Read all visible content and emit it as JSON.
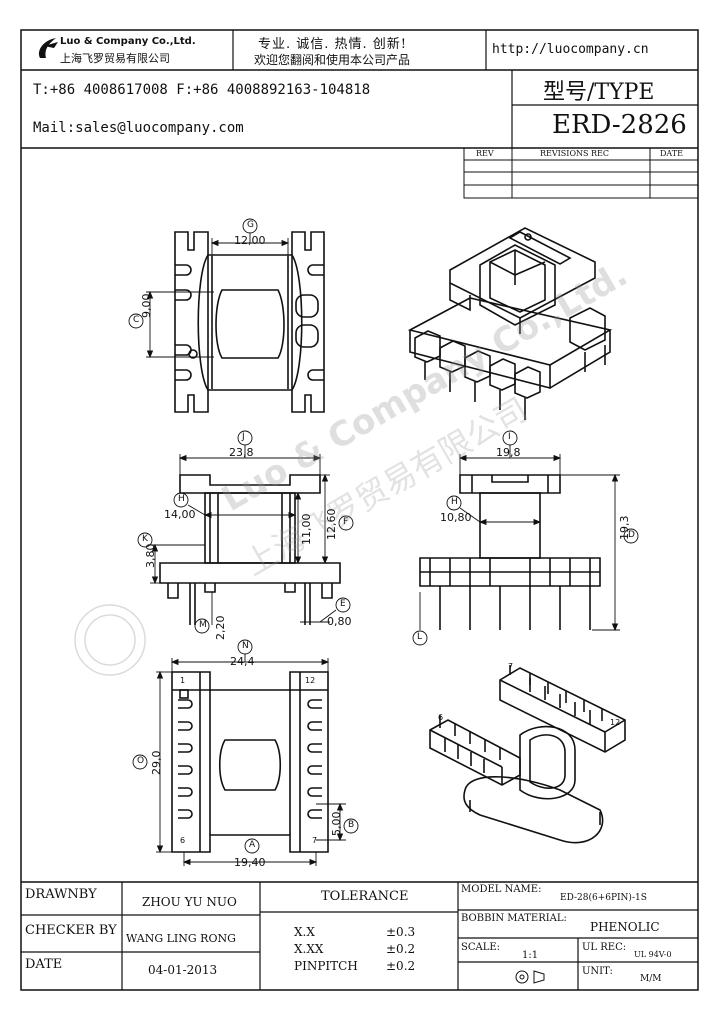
{
  "header": {
    "company_en": "Luo & Company Co.,Ltd.",
    "company_cn": "上海飞罗贸易有限公司",
    "slogan_line1": "专业. 诚信. 热情. 创新!",
    "slogan_line2": "欢迎您翻阅和使用本公司产品",
    "website": "http://luocompany.cn",
    "phone_fax": "T:+86 4008617008 F:+86 4008892163-104818",
    "mail": "Mail:sales@luocompany.com",
    "type_label": "型号/TYPE",
    "part_number": "ERD-2826"
  },
  "revisions": {
    "headers": [
      "REV",
      "REVISIONS REC",
      "DATE"
    ]
  },
  "watermark": {
    "en": "Luo & Company Co.,Ltd.",
    "cn": "上海飞罗贸易有限公司"
  },
  "dimensions": {
    "top_width": "12,00",
    "top_height": "9,00",
    "front_width": "23,8",
    "front_inner": "14,00",
    "front_h1": "11,00",
    "front_h2": "12,60",
    "front_k": "3,80",
    "front_pin": "0,80",
    "front_m": "2,20",
    "side_width": "19,8",
    "side_inner": "10,80",
    "side_height": "19,3",
    "bottom_width": "24,4",
    "bottom_height": "29,0",
    "bottom_pitch": "5,00",
    "bottom_base": "19,40",
    "labels": {
      "G": "G",
      "C": "C",
      "J": "J",
      "H": "H",
      "K": "K",
      "F": "F",
      "E": "E",
      "M": "M",
      "I": "I",
      "D": "D",
      "L": "L",
      "N": "N",
      "O": "O",
      "B": "B",
      "A": "A"
    },
    "pins": {
      "p1": "1",
      "p6": "6",
      "p7": "7",
      "p12": "12",
      "iso6": "6",
      "iso7": "7",
      "iso12": "12"
    }
  },
  "title_block": {
    "drawn_by_label": "DRAWNBY",
    "drawn_by": "ZHOU YU NUO",
    "checker_label": "CHECKER BY",
    "checker": "WANG LING RONG",
    "date_label": "DATE",
    "date": "04-01-2013",
    "tolerance_label": "TOLERANCE",
    "tol_rows": [
      {
        "k": "X.X",
        "v": "±0.3"
      },
      {
        "k": "X.XX",
        "v": "±0.2"
      },
      {
        "k": "PINPITCH",
        "v": "±0.2"
      }
    ],
    "model_name_label": "MODEL NAME:",
    "model_name": "ED-28(6+6PIN)-1S",
    "bobbin_label": "BOBBIN MATERIAL:",
    "bobbin": "PHENOLIC",
    "scale_label": "SCALE:",
    "scale": "1:1",
    "ul_label": "UL REC:",
    "ul": "UL 94V-0",
    "unit_label": "UNIT:",
    "unit": "M/M"
  }
}
